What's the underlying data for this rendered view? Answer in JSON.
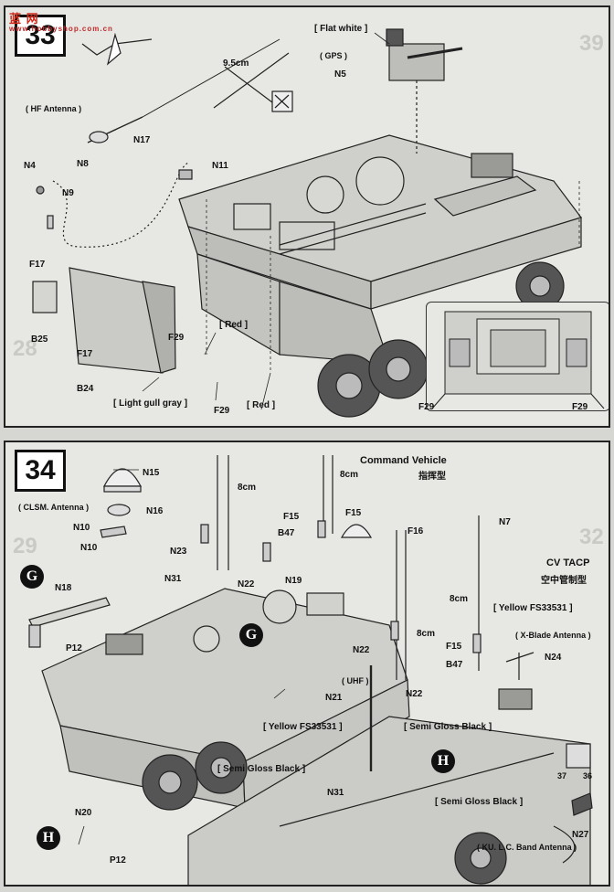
{
  "watermark": {
    "text": "蓝 网",
    "url": "www.hobbyshop.com.cn"
  },
  "step33": {
    "number": "33",
    "labels": {
      "flat_white": "[ Flat white ]",
      "gps": "( GPS )",
      "n5": "N5",
      "dim": "9.5cm",
      "hf": "( HF Antenna )",
      "n17": "N17",
      "n8": "N8",
      "n4": "N4",
      "n9": "N9",
      "n11": "N11",
      "f17a": "F17",
      "b25": "B25",
      "f17b": "F17",
      "b24": "B24",
      "f29a": "F29",
      "red1": "[ Red ]",
      "lgg": "[ Light gull gray ]",
      "f29b": "F29",
      "red2": "[ Red ]",
      "f29c": "F29",
      "f29d": "F29"
    }
  },
  "step34": {
    "number": "34",
    "labels": {
      "n15": "N15",
      "clsm": "( CLSM. Antenna )",
      "n16": "N16",
      "n10a": "N10",
      "n10b": "N10",
      "g1": "G",
      "n18": "N18",
      "p12a": "P12",
      "n23": "N23",
      "n31a": "N31",
      "n22a": "N22",
      "cm8a": "8cm",
      "f15a": "F15",
      "b47a": "B47",
      "n19": "N19",
      "cm8b": "8cm",
      "f15b": "F15",
      "cmd_en": "Command Vehicle",
      "cmd_cn": "指挥型",
      "f16": "F16",
      "cm8c": "8cm",
      "n22b": "N22",
      "f15c": "F15",
      "b47b": "B47",
      "n22c": "N22",
      "n7": "N7",
      "cv_en": "CV TACP",
      "cv_cn": "空中管制型",
      "cm8d": "8cm",
      "yellow2": "[ Yellow FS33531 ]",
      "xblade": "( X-Blade Antenna )",
      "n24": "N24",
      "g2": "G",
      "uhf": "( UHF )",
      "n21": "N21",
      "yellow1": "[ Yellow FS33531 ]",
      "sgb1": "[ Semi Gloss Black ]",
      "sgb2": "[ Semi Gloss Black ]",
      "h1": "H",
      "n31b": "N31",
      "sgb3": "[ Semi Gloss Black ]",
      "n20": "N20",
      "p12b": "P12",
      "h2": "H",
      "n27": "N27",
      "ku": "( KU. L.C. Band Antenna )",
      "n37": "37",
      "n36": "36"
    }
  }
}
